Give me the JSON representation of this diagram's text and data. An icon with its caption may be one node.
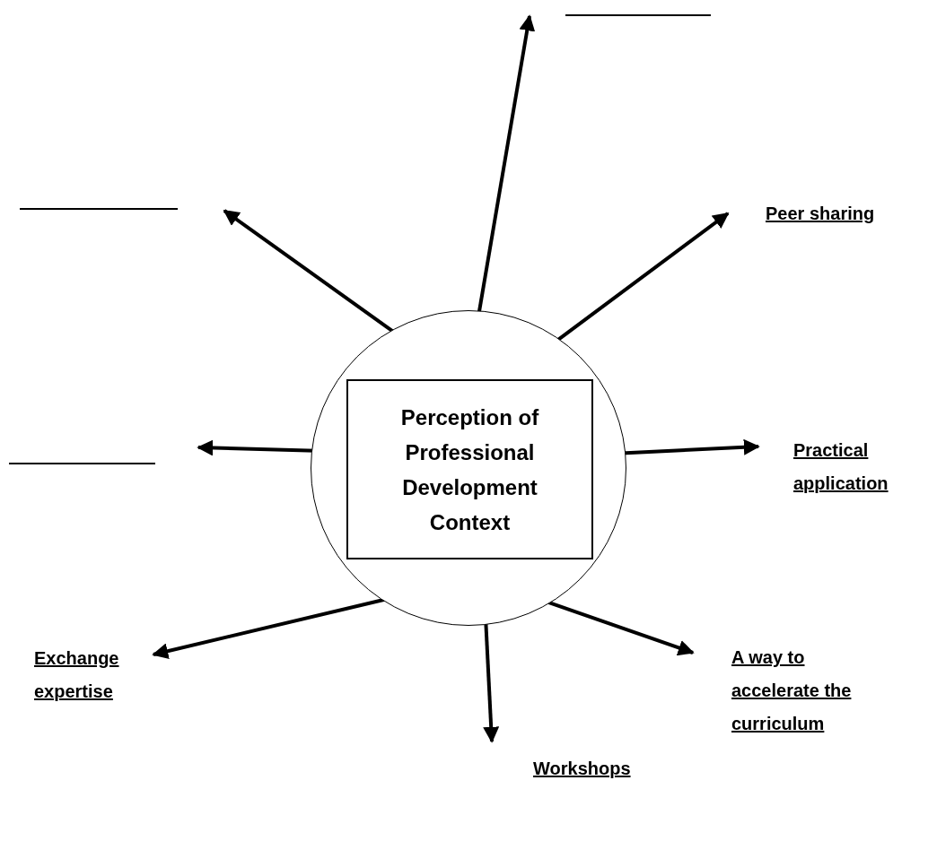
{
  "diagram": {
    "nodes": [
      {
        "text": [],
        "shape": "circle"
      },
      {
        "text": [
          "Perception of Professional Development Context"
        ],
        "in": 0
      },
      {
        "text": [],
        "shape": "line"
      },
      {
        "text": [],
        "shape": "line"
      },
      {
        "text": [
          "Peer sharing"
        ]
      },
      {
        "text": [],
        "shape": "line"
      },
      {
        "text": [
          "Practical application"
        ]
      },
      {
        "text": [
          "Exchange expertise"
        ]
      },
      {
        "text": [
          "A way to accelerate the curriculum"
        ]
      },
      {
        "text": [
          "Workshops"
        ]
      }
    ],
    "edges": [
      {
        "from": 0,
        "to": 2,
        "arrow": "to"
      },
      {
        "from": 0,
        "to": 3,
        "arrow": "to"
      },
      {
        "from": 0,
        "to": 4,
        "arrow": "to"
      },
      {
        "from": 0,
        "to": 5,
        "arrow": "to"
      },
      {
        "from": 0,
        "to": 6,
        "arrow": "to"
      },
      {
        "from": 0,
        "to": 7,
        "arrow": "to"
      },
      {
        "from": 0,
        "to": 8,
        "arrow": "to"
      },
      {
        "from": 0,
        "to": 9,
        "arrow": "to"
      }
    ]
  }
}
